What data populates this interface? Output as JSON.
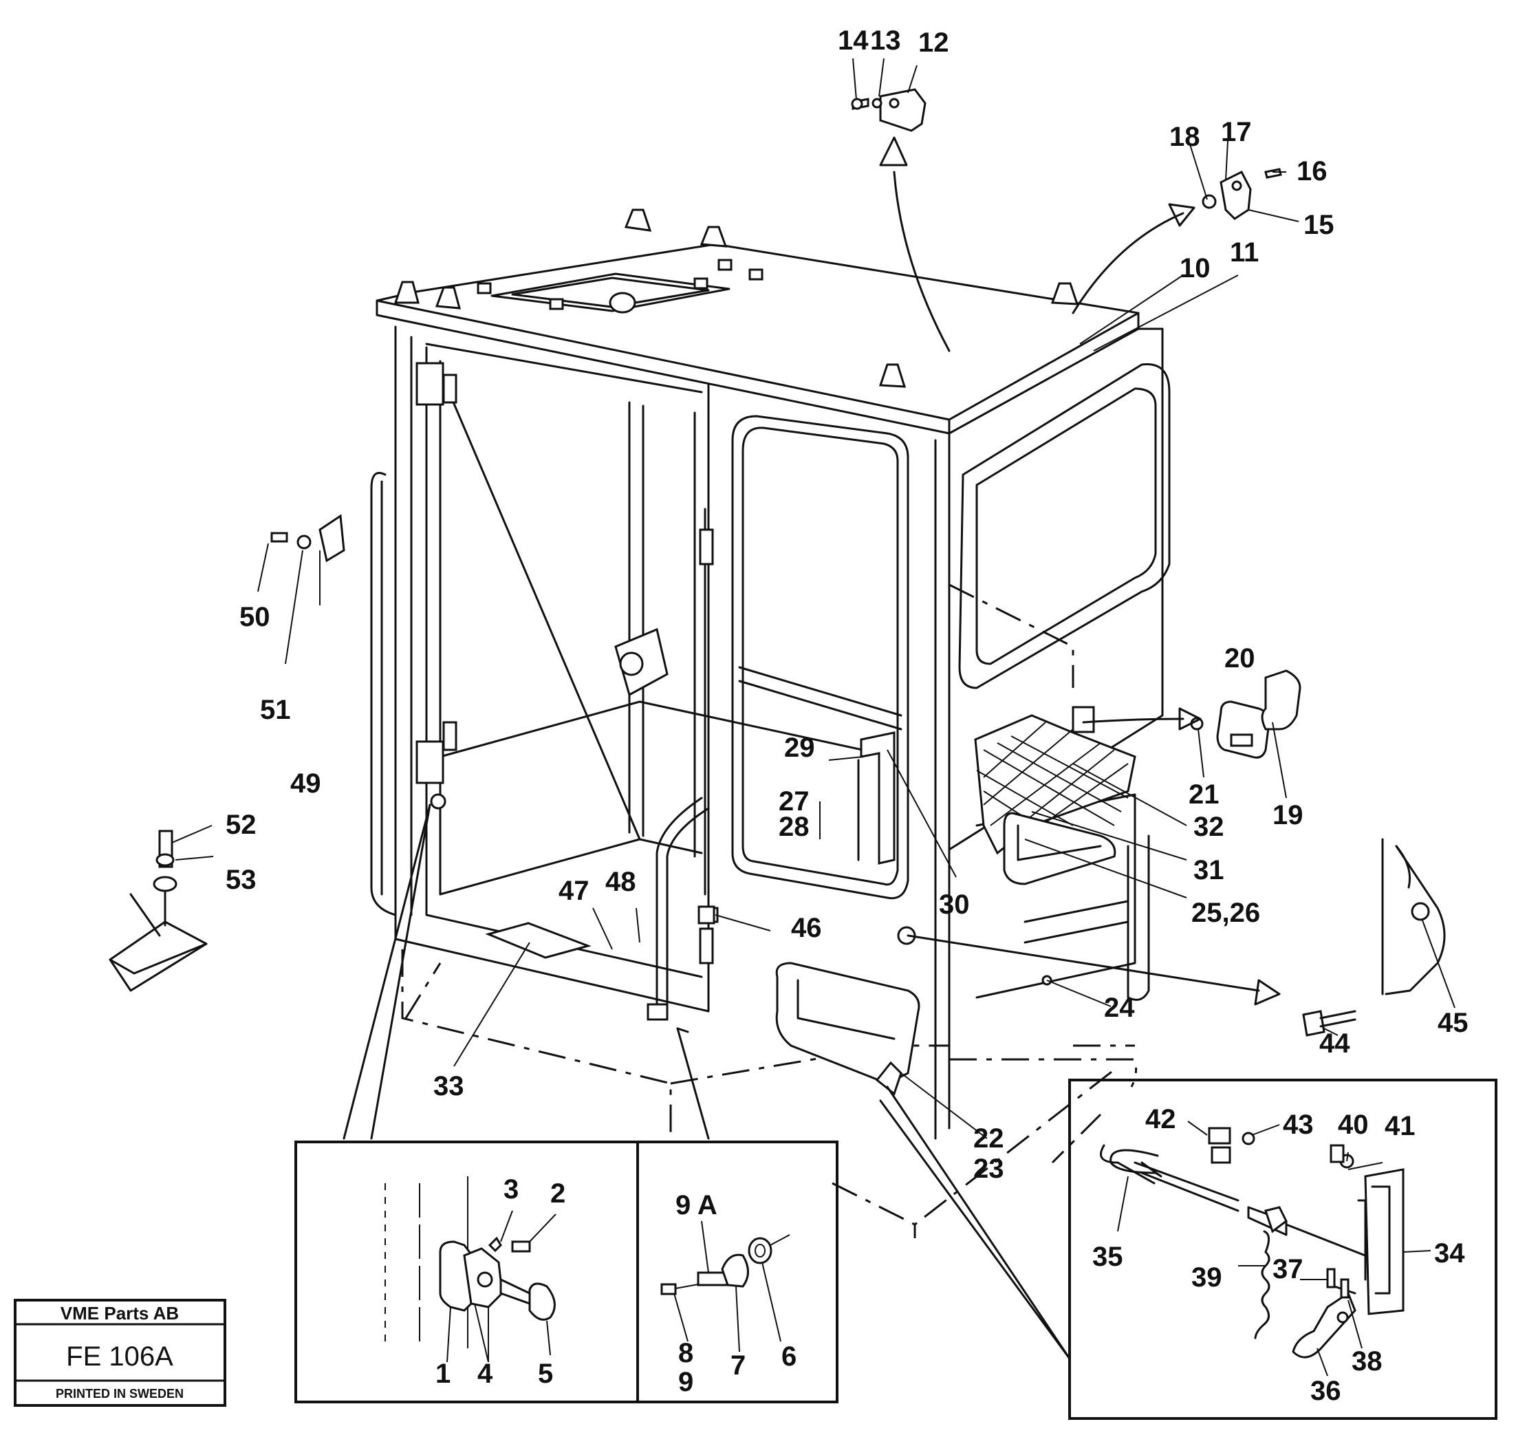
{
  "callouts": {
    "c1": "1",
    "c2": "2",
    "c3": "3",
    "c4": "4",
    "c5": "5",
    "c6": "6",
    "c7": "7",
    "c8": "8",
    "c9": "9",
    "c9a": "9 A",
    "c10": "10",
    "c11": "11",
    "c12": "12",
    "c13": "13",
    "c14": "14",
    "c15": "15",
    "c16": "16",
    "c17": "17",
    "c18": "18",
    "c19": "19",
    "c20": "20",
    "c21": "21",
    "c22": "22",
    "c23": "23",
    "c24": "24",
    "c25_26": "25,26",
    "c27": "27",
    "c28": "28",
    "c29": "29",
    "c30": "30",
    "c31": "31",
    "c32": "32",
    "c33": "33",
    "c34": "34",
    "c35": "35",
    "c36": "36",
    "c37": "37",
    "c38": "38",
    "c39": "39",
    "c40": "40",
    "c41": "41",
    "c42": "42",
    "c43": "43",
    "c44": "44",
    "c45": "45",
    "c46": "46",
    "c47": "47",
    "c48": "48",
    "c49": "49",
    "c50": "50",
    "c51": "51",
    "c52": "52",
    "c53": "53"
  },
  "title_block": {
    "company": "VME Parts AB",
    "code": "FE 106A",
    "footer": "PRINTED IN SWEDEN"
  }
}
